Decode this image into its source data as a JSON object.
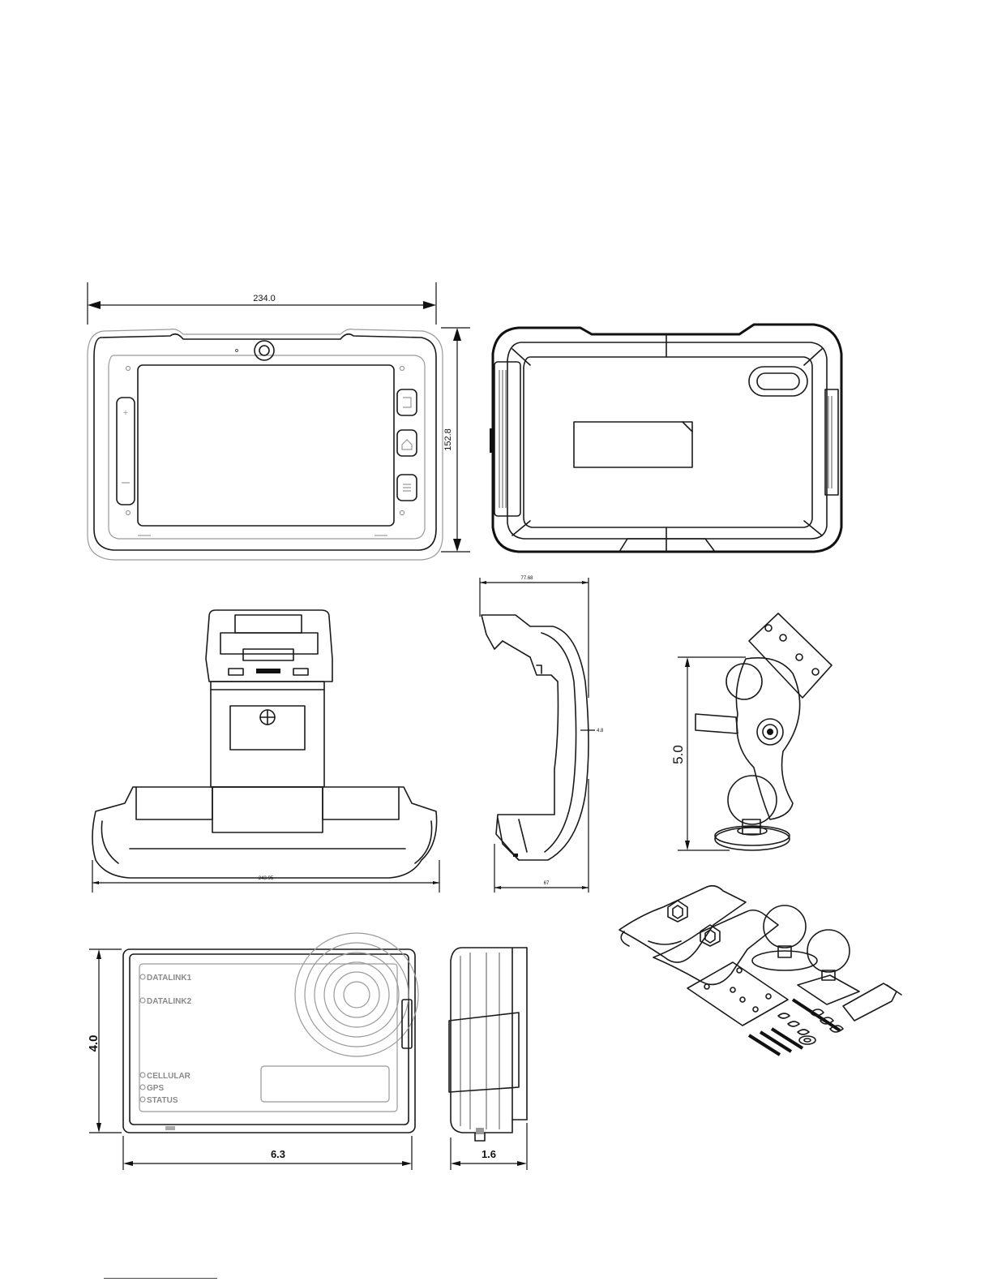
{
  "dimensions": {
    "tablet_width": "234.0",
    "tablet_height": "152.8",
    "cradle_width": "243.95",
    "cradle_depth_top": "77.68",
    "cradle_depth_bottom": "67",
    "cradle_side_mark": "4.8",
    "mount_height": "5.0",
    "module_width": "6.3",
    "module_height": "4.0",
    "module_depth": "1.6"
  },
  "module_leds": [
    "DATALINK1",
    "DATALINK2",
    "CELLULAR",
    "GPS",
    "STATUS"
  ]
}
